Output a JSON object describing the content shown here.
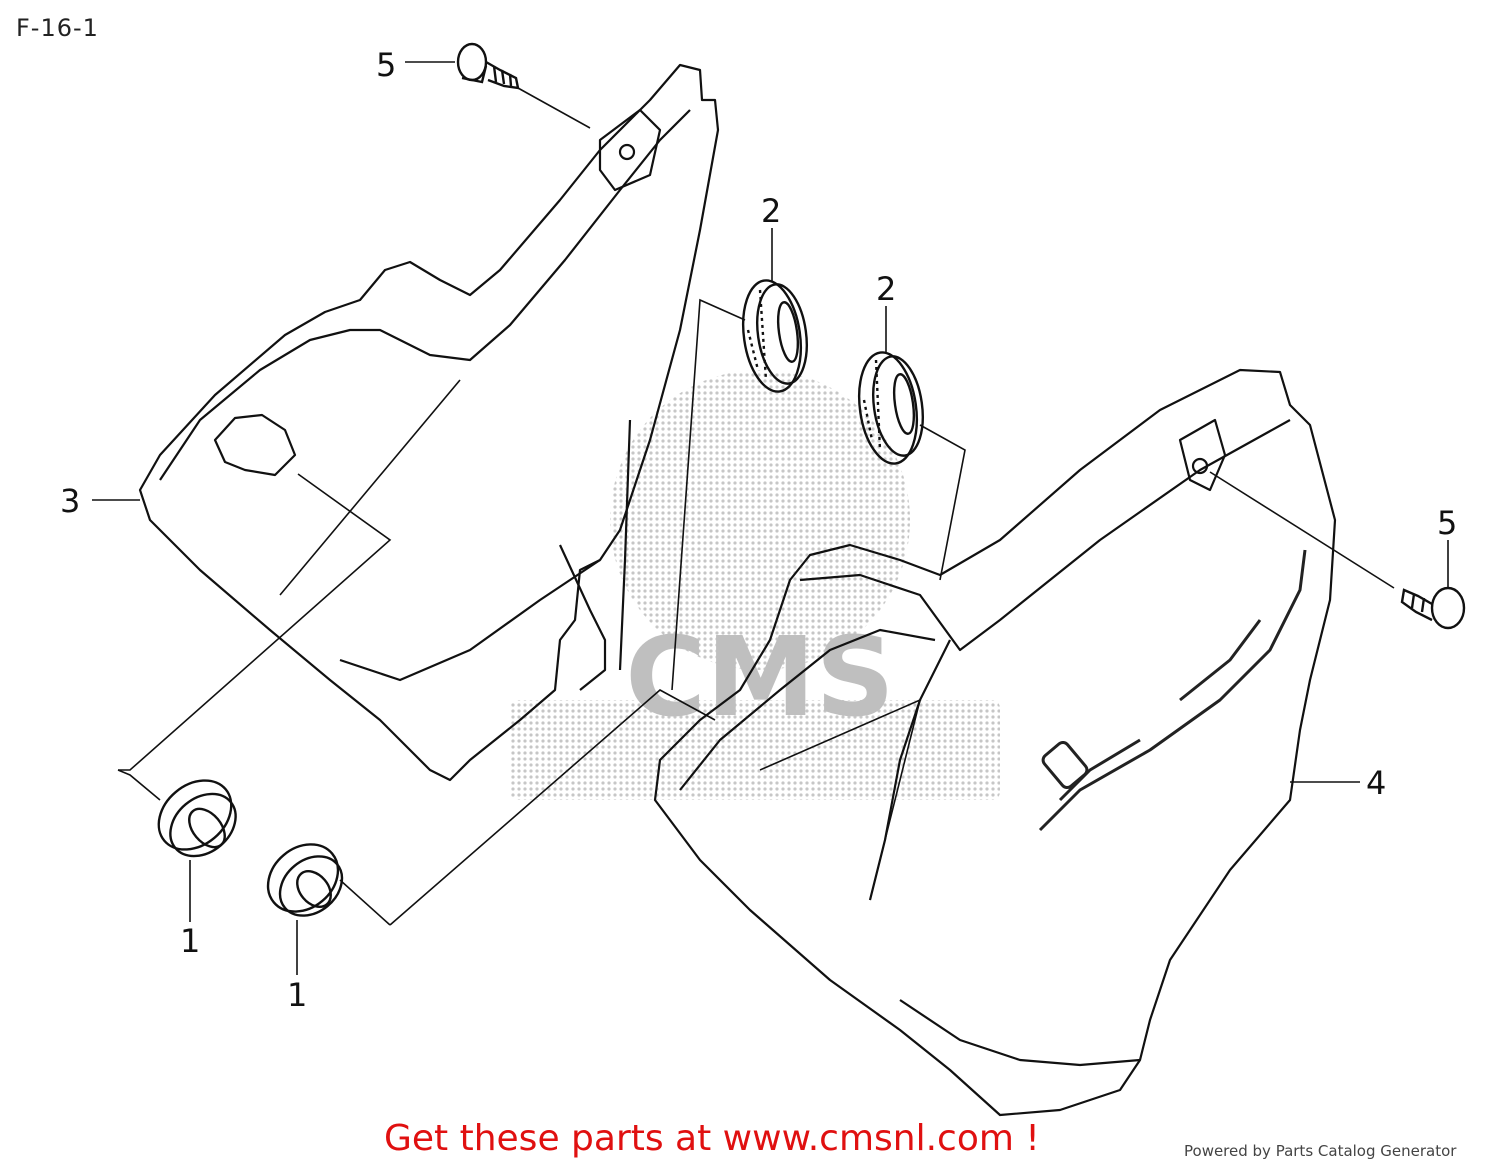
{
  "diagram": {
    "title": "F-16-1",
    "callouts": {
      "p1a": "1",
      "p1b": "1",
      "p2a": "2",
      "p2b": "2",
      "p3": "3",
      "p4": "4",
      "p5a": "5",
      "p5b": "5"
    }
  },
  "watermark": {
    "text": "CMS"
  },
  "footer": {
    "link_text": "Get these parts at www.cmsnl.com !",
    "credit": "Powered by Parts Catalog Generator"
  },
  "colors": {
    "footer_link": "#e01010",
    "line": "#111111",
    "watermark": "#c8c8c8"
  }
}
